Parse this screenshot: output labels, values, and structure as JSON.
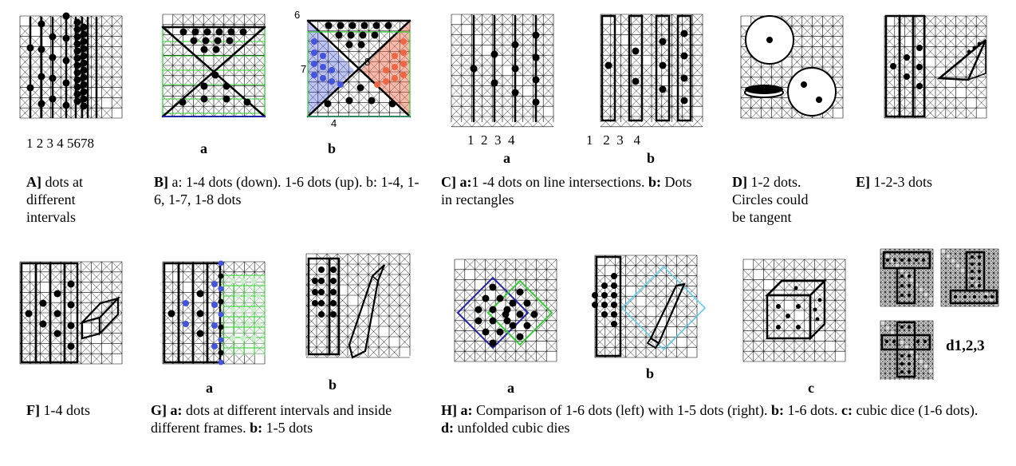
{
  "panel_A": {
    "numbers": "1 2 3 4 5678",
    "caption_head": "A]",
    "caption_text": " dots at different intervals"
  },
  "panel_B": {
    "label_a": "a",
    "label_b": "b",
    "edge_top": "6",
    "edge_left": "7",
    "edge_right": "8",
    "edge_bottom": "4",
    "caption_head": "B]",
    "caption_text": " a: 1-4 dots (down). 1-6 dots (up). b: 1-4, 1-6, 1-7, 1-8 dots"
  },
  "panel_C": {
    "numbers_a": "1  2  3  4",
    "numbers_b": "1   2  3   4",
    "label_a": "a",
    "label_b": "b",
    "caption_head": "C]",
    "caption_a_bold": " a:",
    "caption_a_text": "1 -4 dots on line intersections. ",
    "caption_b_bold": "b:",
    "caption_b_text": " Dots in rectangles"
  },
  "panel_D": {
    "caption_head": "D]",
    "caption_text": " 1-2 dots. Circles could be tangent"
  },
  "panel_E": {
    "caption_head": "E]",
    "caption_text": " 1-2-3 dots"
  },
  "panel_F": {
    "caption_head": "F]",
    "caption_text": " 1-4 dots"
  },
  "panel_G": {
    "label_a": "a",
    "label_b": "b",
    "caption_head": "G]",
    "caption_a_bold": " a:",
    "caption_a_text": " dots at different intervals and inside different frames. ",
    "caption_b_bold": "b:",
    "caption_b_text": " 1-5 dots"
  },
  "panel_H": {
    "label_a": "a",
    "label_b": "b",
    "label_c": "c",
    "label_d": "d1,2,3",
    "caption_head": "H]",
    "caption_a_bold": " a:",
    "caption_a_text": " Comparison of 1-6 dots (left) with 1-5 dots (right). ",
    "caption_b_bold": "b:",
    "caption_b_text": " 1-6 dots. ",
    "caption_c_bold": "c:",
    "caption_c_text": " cubic dice (1-6 dots). ",
    "caption_d_bold": "d:",
    "caption_d_text": " unfolded cubic dies"
  },
  "colors": {
    "grid": "#000000",
    "green": "#33cc33",
    "blue": "#2222aa",
    "blue_fill": "#4455dd",
    "orange_fill": "#ee6644",
    "cyan": "#55ccee",
    "light_fill": "#dddddd"
  }
}
